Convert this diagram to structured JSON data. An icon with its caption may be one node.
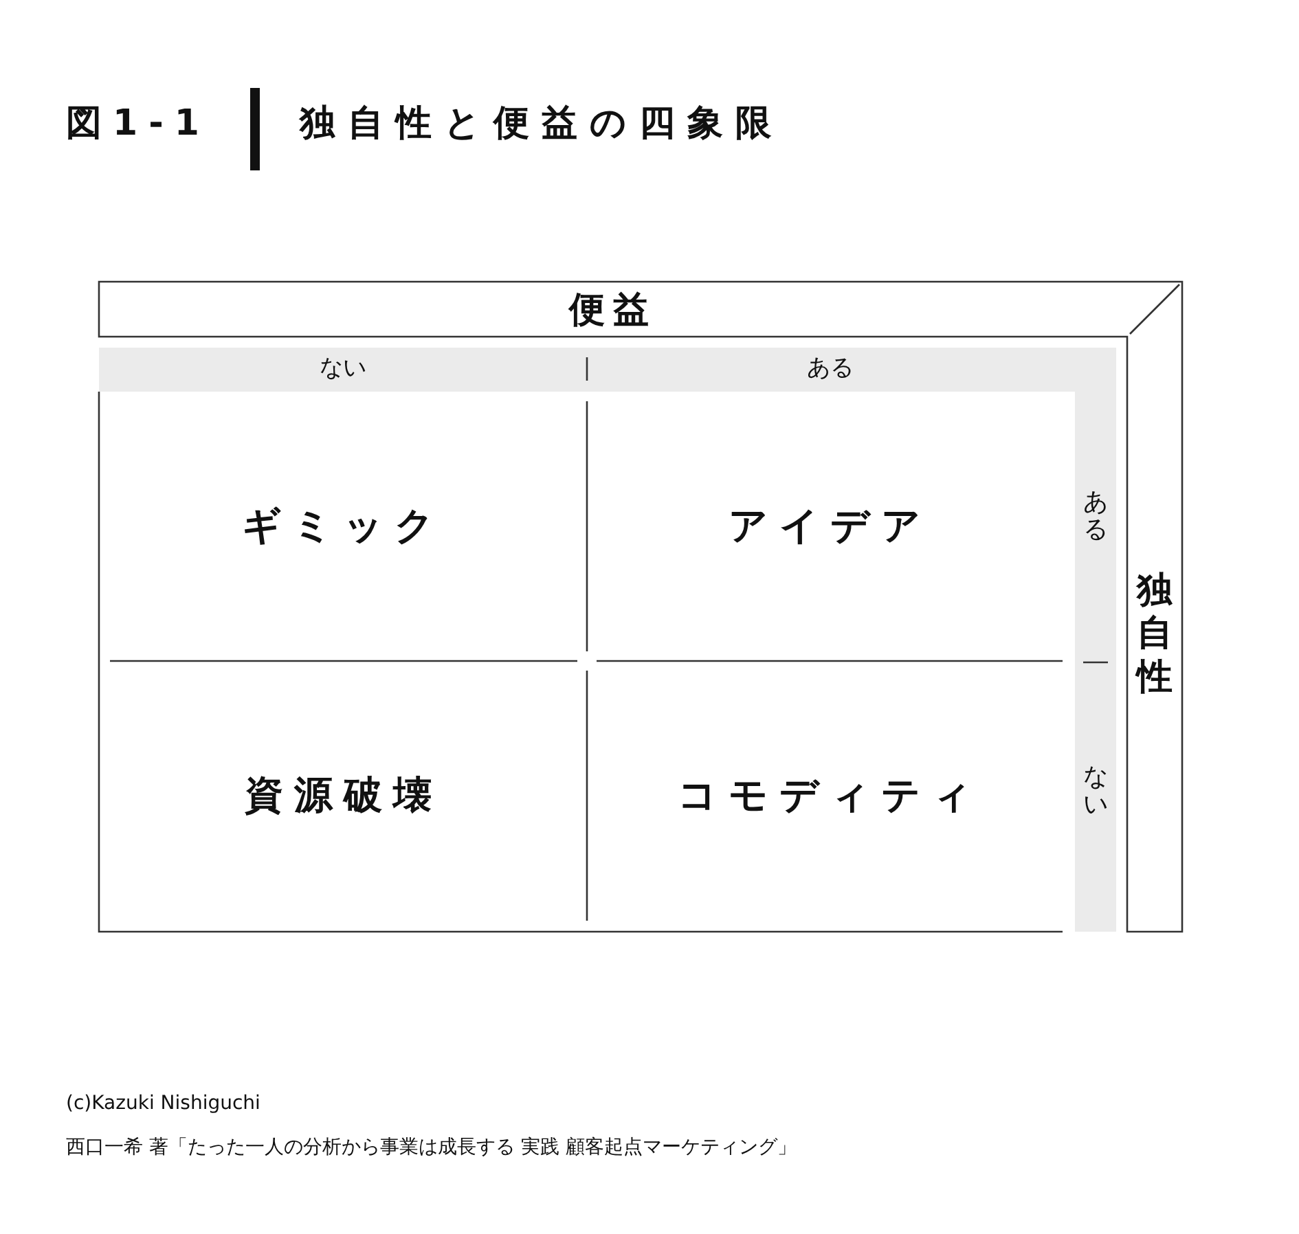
{
  "diagram": {
    "title": "独自性と便益の四象限",
    "nodes": [
      {
        "text": [
          "便益"
        ]
      },
      {
        "text": [
          "独自性"
        ]
      },
      {
        "text": [
          "ギミック"
        ]
      },
      {
        "text": [
          "アイデア"
        ]
      },
      {
        "text": [
          "資源破壊"
        ]
      },
      {
        "text": [
          "コモディティ"
        ]
      }
    ],
    "labels": [
      "図1-1",
      "ない",
      "ある",
      "ある",
      "ない",
      "(c)Kazuki Nishiguchi",
      "西口一希 著「たった一人の分析から事業は成長する 実践 顧客起点マーケティング」"
    ]
  }
}
